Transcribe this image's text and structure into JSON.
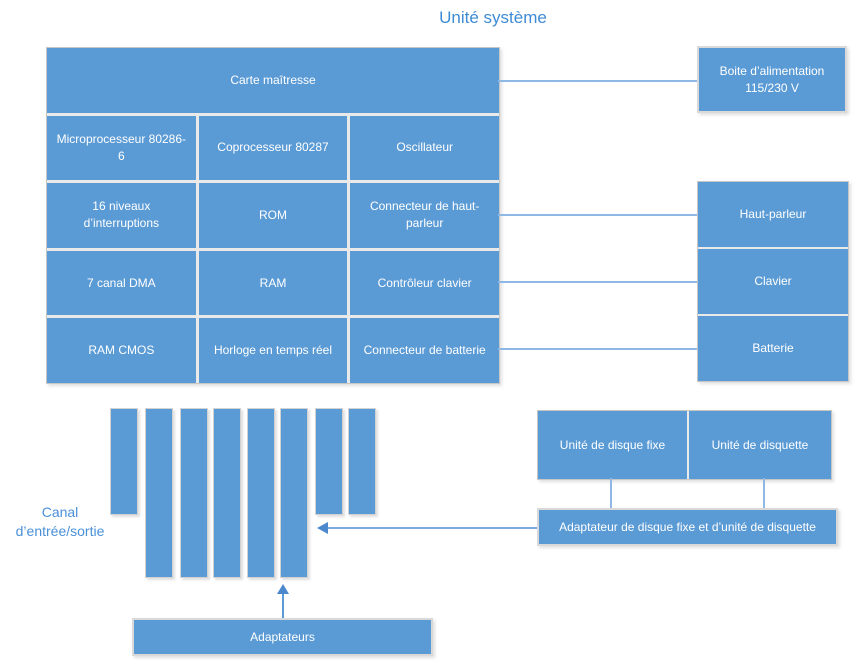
{
  "title": "Unité système",
  "colors": {
    "box_fill": "#5B9BD5",
    "box_border": "#D9D9D9",
    "connector_line": "#8FB8E4",
    "arrow": "#4C88CC",
    "title_text": "#3E8BD5",
    "io_label_text": "#4A90D9",
    "cell_text": "#FFFFFF"
  },
  "motherboard": {
    "header": "Carte maîtresse",
    "cells": [
      "Microprocesseur 80286-6",
      "Coprocesseur 80287",
      "Oscillateur",
      "16 niveaux d’interruptions",
      "ROM",
      "Connecteur de haut-parleur",
      "7 canal DMA",
      "RAM",
      "Contrôleur clavier",
      "RAM CMOS",
      "Horloge en temps réel",
      "Connecteur de batterie"
    ]
  },
  "power_supply": {
    "line1": "Boite d’alimentation",
    "line2": "115/230 V"
  },
  "peripherals": [
    "Haut-parleur",
    "Clavier",
    "Batterie"
  ],
  "io_channel": {
    "line1": "Canal",
    "line2": "d’entrée/sortie"
  },
  "storage": {
    "fixed_disk": "Unité de disque fixe",
    "floppy_disk": "Unité de disquette",
    "adapter": "Adaptateur de disque fixe et d’unité de disquette"
  },
  "adapters": "Adaptateurs",
  "slots": {
    "count": 8
  }
}
